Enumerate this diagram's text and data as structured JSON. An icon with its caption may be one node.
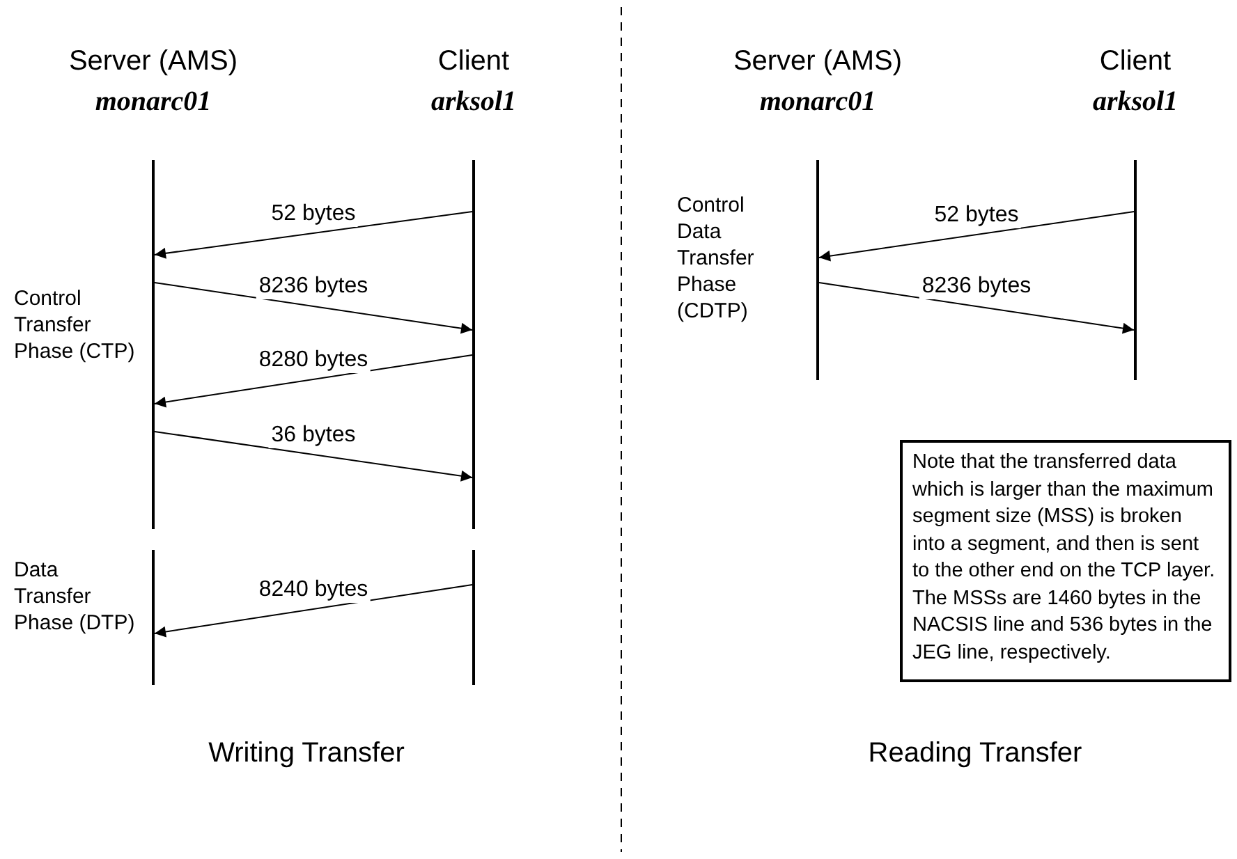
{
  "diagram": {
    "nodes": [
      {
        "text": [],
        "shape": "bar",
        "beside": [
          "Server (AMS)",
          "monarc01"
        ]
      },
      {
        "text": [],
        "shape": "bar",
        "beside": [
          "Client",
          "arksol1"
        ]
      },
      {
        "text": [],
        "shape": "bar"
      },
      {
        "text": [],
        "shape": "bar"
      },
      {
        "text": [],
        "shape": "bar",
        "beside": [
          "Server (AMS)",
          "monarc01"
        ]
      },
      {
        "text": [],
        "shape": "bar",
        "beside": [
          "Client",
          "arksol1"
        ]
      },
      {
        "text": [
          "Note that the transferred data which is larger than the maximum segment size (MSS) is broken into a segment, and then is sent to the other end on the TCP layer. The MSSs are 1460 bytes in the NACSIS line and 536 bytes in the JEG line, respectively."
        ]
      }
    ],
    "edges": [
      {
        "from": 1,
        "to": 0,
        "arrow": "to",
        "label": "52 bytes"
      },
      {
        "from": 0,
        "to": 1,
        "arrow": "to",
        "label": "8236 bytes"
      },
      {
        "from": 1,
        "to": 0,
        "arrow": "to",
        "label": "8280 bytes"
      },
      {
        "from": 0,
        "to": 1,
        "arrow": "to",
        "label": "36 bytes"
      },
      {
        "from": 3,
        "to": 2,
        "arrow": "to",
        "label": "8240 bytes"
      },
      {
        "from": 5,
        "to": 4,
        "arrow": "to",
        "label": "52 bytes"
      },
      {
        "from": 4,
        "to": 5,
        "arrow": "to",
        "label": "8236 bytes"
      }
    ],
    "labels": [
      "Control Transfer Phase (CTP)",
      "Data Transfer Phase (DTP)",
      "Control Data Transfer Phase (CDTP)",
      "Writing Transfer",
      "Reading Transfer"
    ]
  }
}
